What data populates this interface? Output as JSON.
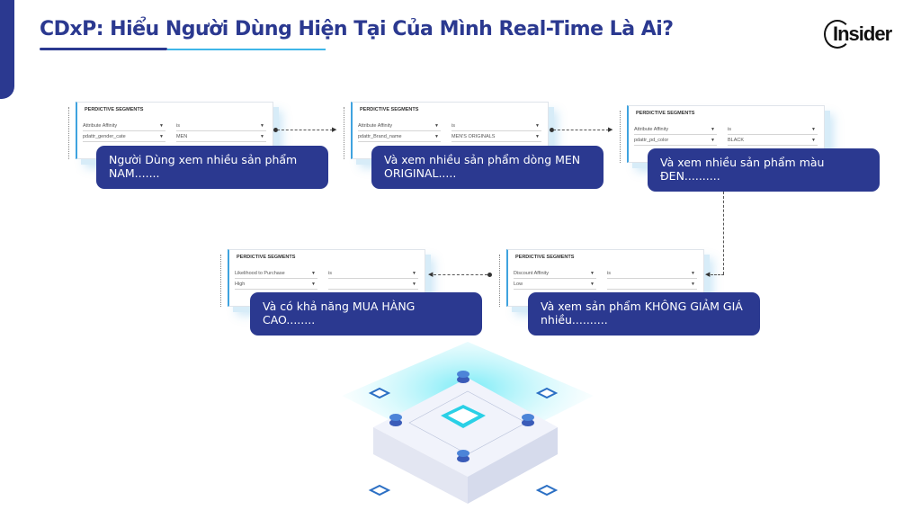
{
  "header": {
    "title": "CDxP: Hiểu Người Dùng Hiện Tại Của Mình Real-Time Là Ai?",
    "logo": "Insider"
  },
  "panels": [
    {
      "heading": "PERDICTIVE SEGMENTS",
      "attr": "Attribute Affinity",
      "op": "is",
      "field": "pdattr_gender_cate",
      "value": "MEN",
      "caption": "Người Dùng xem nhiều sản phẩm NAM......."
    },
    {
      "heading": "PERDICTIVE SEGMENTS",
      "attr": "Attribute Affinity",
      "op": "is",
      "field": "pdattr_Brand_name",
      "value": "MEN'S ORIGINALS",
      "caption": "Và xem nhiều sản phẩm dòng MEN ORIGINAL....."
    },
    {
      "heading": "PERDICTIVE SEGMENTS",
      "attr": "Attribute Affinity",
      "op": "is",
      "field": "pdattr_pd_color",
      "value": "BLACK",
      "caption": "Và xem nhiều sản phẩm màu ĐEN.........."
    },
    {
      "heading": "PERDICTIVE SEGMENTS",
      "attr": "Likelihood to Purchase",
      "op": "is",
      "field": "High",
      "value": "",
      "caption": "Và có khả năng MUA HÀNG CAO........"
    },
    {
      "heading": "PERDICTIVE SEGMENTS",
      "attr": "Discount Affinity",
      "op": "is",
      "field": "Low",
      "value": "",
      "caption": "Và xem sản phẩm KHÔNG GIẢM GIÁ nhiều.........."
    }
  ],
  "colors": {
    "primary": "#2b3990",
    "accent": "#3fb6e8"
  }
}
